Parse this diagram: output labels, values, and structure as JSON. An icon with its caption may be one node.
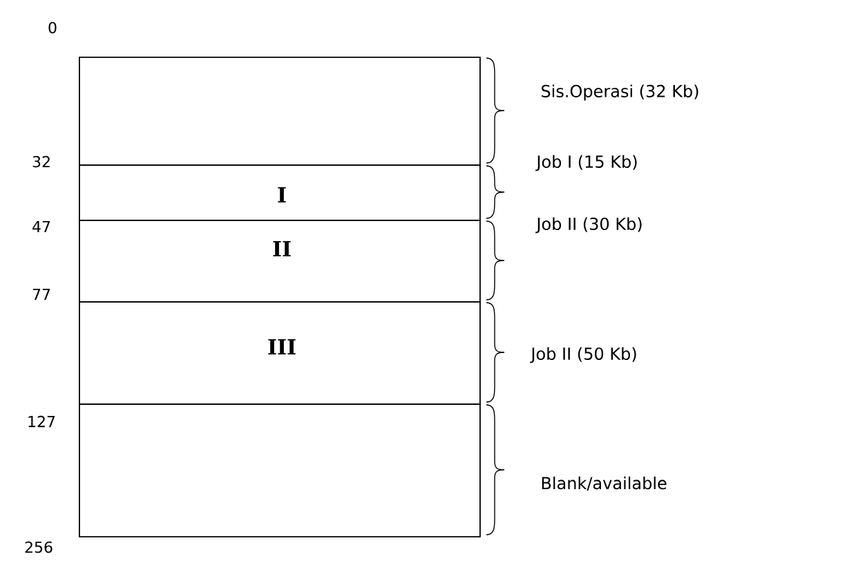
{
  "diagram": {
    "nodes": [
      {
        "text": [],
        "shape": "box",
        "beside": [
          "Sis.Operasi (32 Kb)"
        ]
      },
      {
        "text": [
          "I"
        ],
        "beside": [
          "Job I (15 Kb)"
        ]
      },
      {
        "text": [
          "II"
        ],
        "beside": [
          "Job II (30 Kb)"
        ]
      },
      {
        "text": [
          "III"
        ],
        "beside": [
          "Job II (50 Kb)"
        ]
      },
      {
        "text": [],
        "shape": "box",
        "beside": [
          "Blank/available"
        ]
      }
    ],
    "labels": [
      "0",
      "32",
      "47",
      "77",
      "127",
      "256"
    ]
  }
}
